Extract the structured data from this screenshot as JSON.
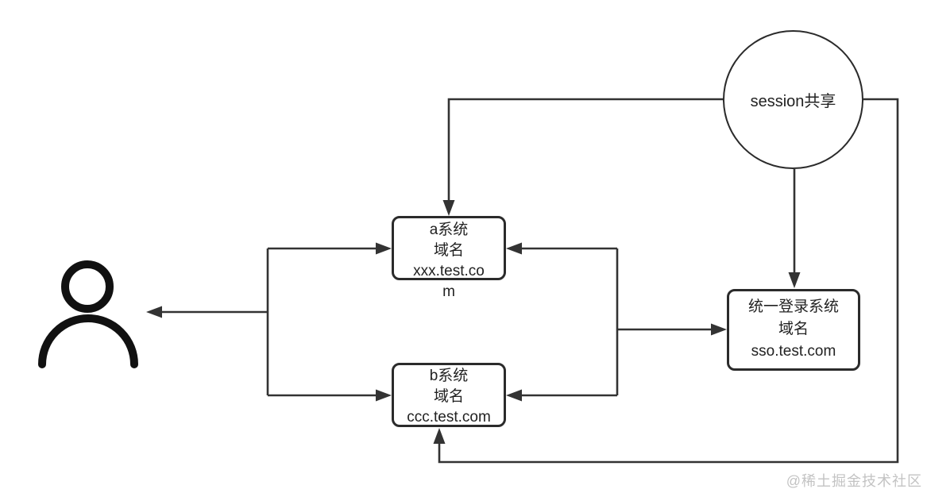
{
  "diagram": {
    "session_circle": {
      "label": "session共享"
    },
    "system_a": {
      "lines": [
        "a系统",
        "域名",
        "xxx.test.co",
        "m"
      ]
    },
    "system_b": {
      "lines": [
        "b系统",
        "域名",
        "ccc.test.com"
      ]
    },
    "sso_system": {
      "lines": [
        "统一登录系统",
        "域名",
        "sso.test.com"
      ]
    },
    "watermark": "@稀土掘金技术社区",
    "colors": {
      "connector": "#333333",
      "node_border": "#2b2b2b",
      "text": "#222222",
      "watermark": "#c3c3c3",
      "background": "#ffffff"
    }
  }
}
